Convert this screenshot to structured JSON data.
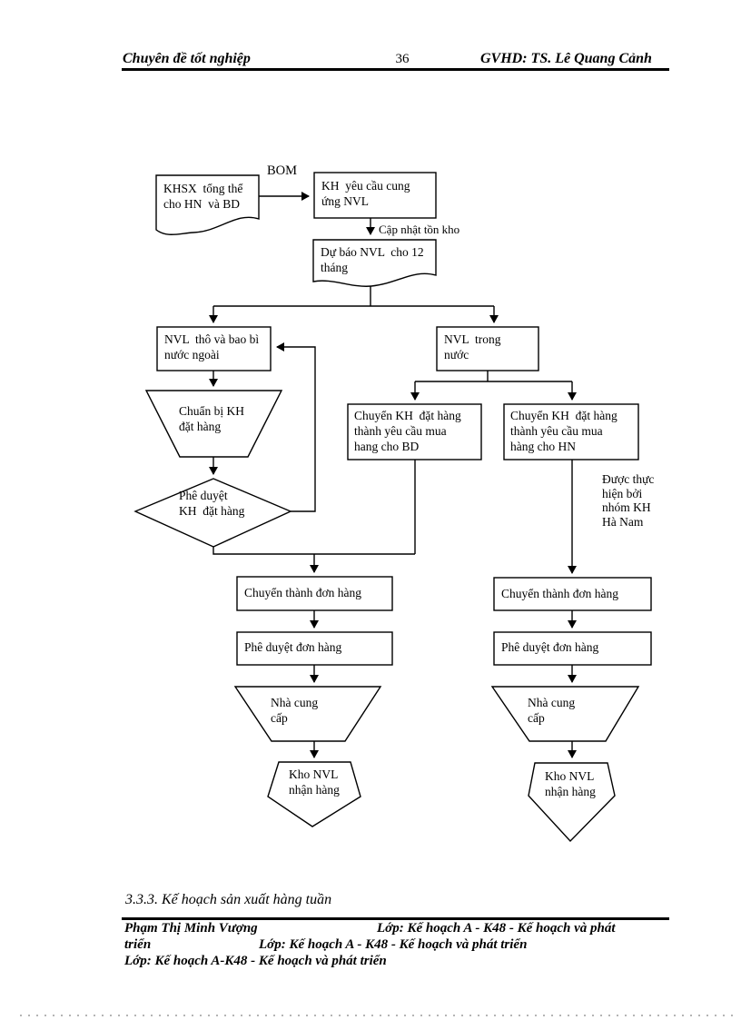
{
  "header": {
    "title_left": "Chuyên đề tốt nghiệp",
    "page_number": "36",
    "title_right": "GVHD: TS. Lê Quang Cảnh"
  },
  "flowchart": {
    "labels": {
      "bom": "BOM",
      "cap_nhat_ton_kho": "Cập nhật tồn kho",
      "annotation_ha_nam": "Được thực\nhiện bởi\nnhóm KH\nHà Nam"
    },
    "nodes": {
      "khsx_tong_the": "KHSX  tổng thể\ncho HN  và BD",
      "kh_yeu_cau": "KH  yêu cầu cung\nứng NVL",
      "du_bao_nvl": "Dự báo NVL  cho 12\ntháng",
      "nvl_nuoc_ngoai": "NVL  thô và bao bì\nnước ngoài",
      "nvl_trong_nuoc": "NVL  trong\nnước",
      "chuan_bi_kh": "Chuẩn bị KH\nđặt hàng",
      "phe_duyet_kh": "Phê duyệt\nKH  đặt hàng",
      "chuyen_kh_bd": "Chuyển KH  đặt hàng\nthành yêu cầu mua\nhang cho BD",
      "chuyen_kh_hn": "Chuyển KH  đặt hàng\nthành yêu cầu mua\nhàng cho HN",
      "chuyen_don_left": "Chuyển thành đơn hàng",
      "chuyen_don_right": "Chuyển thành đơn hàng",
      "phe_duyet_don_left": "Phê duyệt đơn hàng",
      "phe_duyet_don_right": "Phê duyệt đơn hàng",
      "nha_cung_cap_left": "Nhà cung\ncấp",
      "nha_cung_cap_right": "Nhà cung\ncấp",
      "kho_nvl_left": "Kho NVL\nnhận hàng",
      "kho_nvl_right": "Kho NVL\nnhận hàng"
    }
  },
  "section": {
    "heading": "3.3.3. Kế hoạch sản xuất hàng tuần"
  },
  "footer": {
    "line1_left": "Phạm Thị Minh Vượng",
    "line1_right": "Lớp: Kế hoạch A - K48 - Kế hoạch và phát",
    "line2_left": "triển",
    "line2_right": "Lớp: Kế hoạch A - K48 - Kế hoạch và phát triển",
    "line3": "Lớp: Kế hoạch A-K48 - Kế hoạch và phát triển"
  },
  "colors": {
    "ink": "#000000",
    "paper": "#ffffff",
    "dotted_line": "#b4b4b4"
  }
}
